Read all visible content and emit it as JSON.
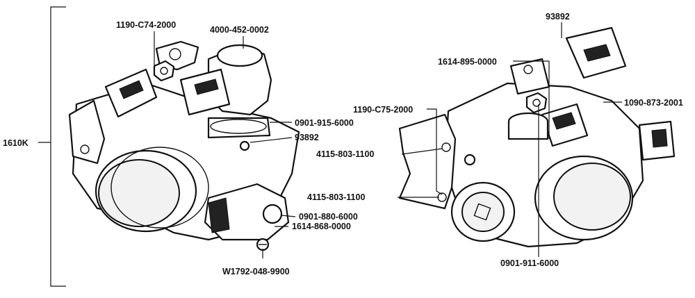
{
  "assembly": {
    "part_number": "1610K"
  },
  "left_view": {
    "callouts": [
      "1190-C74-2000",
      "4000-452-0002",
      "0901-915-6000",
      "93892",
      "0901-880-6000",
      "1614-868-0000",
      "W1792-048-9900"
    ]
  },
  "right_view": {
    "callouts": [
      "93892",
      "1614-895-0000",
      "1190-C75-2000",
      "1090-873-2001",
      "4115-803-1100",
      "4115-803-1100",
      "0901-911-6000"
    ]
  }
}
